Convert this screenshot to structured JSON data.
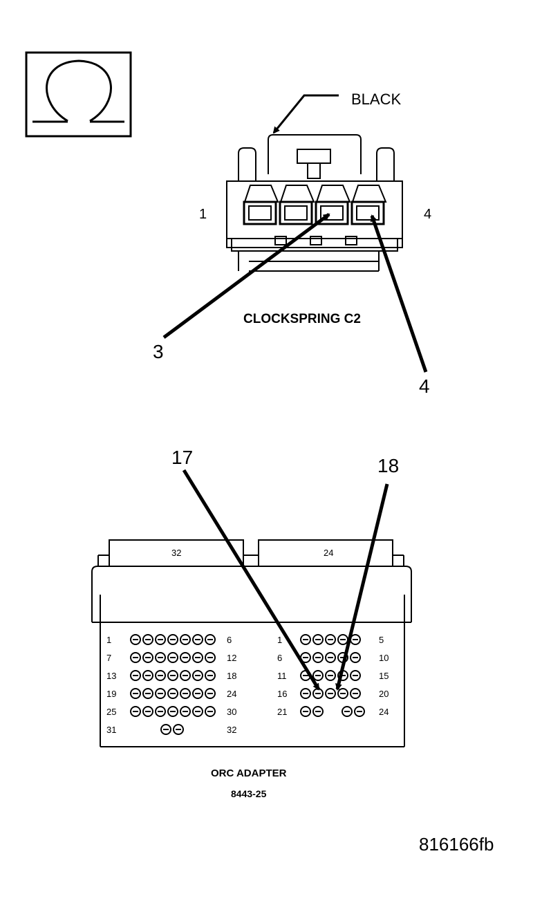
{
  "symbol": {
    "icon": "ohm-icon"
  },
  "clockspring": {
    "title": "CLOCKSPRING C2",
    "color_label": "BLACK",
    "pin_first": "1",
    "pin_last": "4",
    "callout_a": "3",
    "callout_b": "4"
  },
  "orc_adapter": {
    "title": "ORC ADAPTER",
    "part_number": "8443-25",
    "left_header": "32",
    "right_header": "24",
    "callout_a": "17",
    "callout_b": "18",
    "left_rows": [
      {
        "start": "1",
        "end": "6"
      },
      {
        "start": "7",
        "end": "12"
      },
      {
        "start": "13",
        "end": "18"
      },
      {
        "start": "19",
        "end": "24"
      },
      {
        "start": "25",
        "end": "30"
      },
      {
        "start": "31",
        "end": "32"
      }
    ],
    "right_rows": [
      {
        "start": "1",
        "end": "5"
      },
      {
        "start": "6",
        "end": "10"
      },
      {
        "start": "11",
        "end": "15"
      },
      {
        "start": "16",
        "end": "20"
      },
      {
        "start": "21",
        "end": "24"
      }
    ]
  },
  "figure_id": "816166fb"
}
